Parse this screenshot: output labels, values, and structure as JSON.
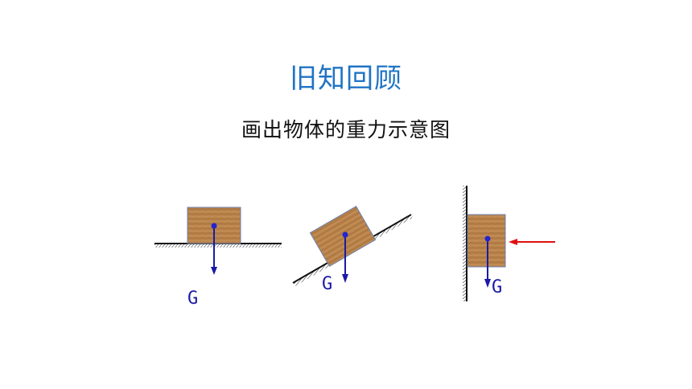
{
  "header": {
    "title": "旧知回顾",
    "subtitle": "画出物体的重力示意图"
  },
  "diagrams": [
    {
      "scenario": "block on horizontal ground",
      "force_label": "G"
    },
    {
      "scenario": "block on inclined plane",
      "force_label": "G"
    },
    {
      "scenario": "block pressed against vertical wall",
      "force_label": "G"
    }
  ],
  "colors": {
    "title": "#1f74c4",
    "gravity_arrow": "#1a1aa6",
    "push_arrow": "#e01010",
    "block_wood": "#b9824a"
  }
}
